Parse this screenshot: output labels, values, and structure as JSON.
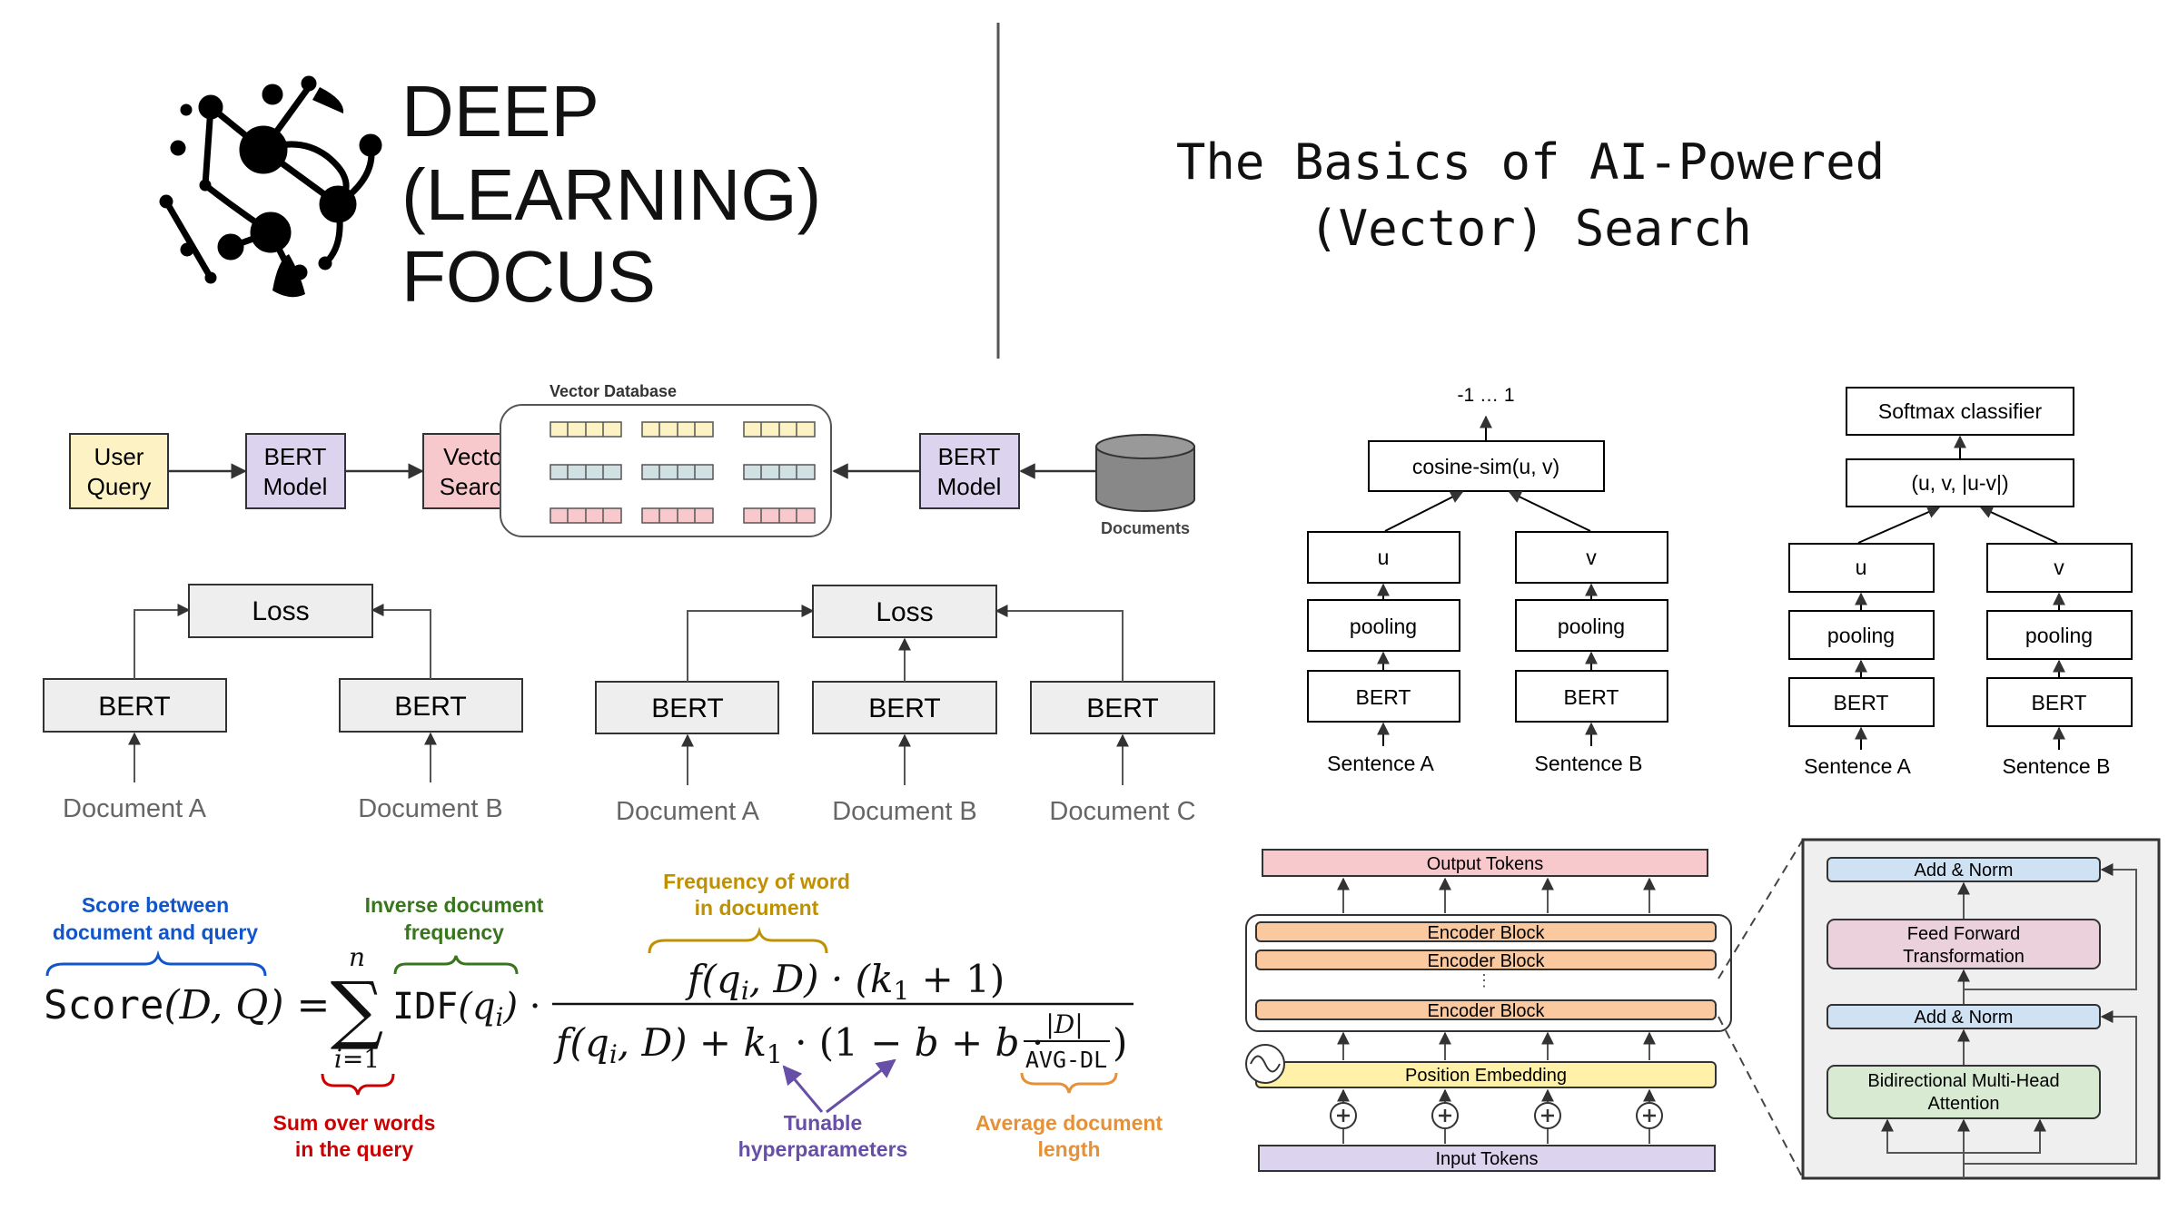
{
  "logo": {
    "line1": "DEEP",
    "line2": "(LEARNING)",
    "line3": "FOCUS"
  },
  "title": {
    "line1": "The Basics of AI-Powered",
    "line2": "(Vector) Search"
  },
  "pipeline": {
    "user_query": [
      "User",
      "Query"
    ],
    "bert_model_left": [
      "BERT",
      "Model"
    ],
    "vector_search": [
      "Vector",
      "Search"
    ],
    "vector_database": "Vector Database",
    "bert_model_right": [
      "BERT",
      "Model"
    ],
    "documents": "Documents"
  },
  "pair": {
    "loss": "Loss",
    "bert_a": "BERT",
    "bert_b": "BERT",
    "doc_a": "Document A",
    "doc_b": "Document B"
  },
  "triplet": {
    "loss": "Loss",
    "bert_a": "BERT",
    "bert_b": "BERT",
    "bert_c": "BERT",
    "doc_a": "Document A",
    "doc_b": "Document B",
    "doc_c": "Document C"
  },
  "sbert_cosine": {
    "output": "-1 … 1",
    "cosine": "cosine-sim(u, v)",
    "u": "u",
    "v": "v",
    "pooling_a": "pooling",
    "pooling_b": "pooling",
    "bert_a": "BERT",
    "bert_b": "BERT",
    "sentence_a": "Sentence A",
    "sentence_b": "Sentence B"
  },
  "sbert_softmax": {
    "softmax": "Softmax classifier",
    "concat": "(u, v, |u-v|)",
    "u": "u",
    "v": "v",
    "pooling_a": "pooling",
    "pooling_b": "pooling",
    "bert_a": "BERT",
    "bert_b": "BERT",
    "sentence_a": "Sentence A",
    "sentence_b": "Sentence B"
  },
  "bm25": {
    "score_label": [
      "Score between",
      "document and query"
    ],
    "idf_label": [
      "Inverse document",
      "frequency"
    ],
    "freq_label": [
      "Frequency of word",
      "in document"
    ],
    "sum_label": [
      "Sum over words",
      "in the query"
    ],
    "hyper_label": [
      "Tunable",
      "hyperparameters"
    ],
    "avg_label": [
      "Average document",
      "length"
    ]
  },
  "transformer": {
    "output_tokens": "Output Tokens",
    "encoder_block_1": "Encoder Block",
    "encoder_block_2": "Encoder Block",
    "encoder_block_3": "Encoder Block",
    "position_embedding": "Position Embedding",
    "input_tokens": "Input Tokens",
    "add_norm_top": "Add & Norm",
    "ffn": [
      "Feed Forward",
      "Transformation"
    ],
    "add_norm_bottom": "Add & Norm",
    "attention": [
      "Bidirectional Multi-Head",
      "Attention"
    ]
  },
  "colors": {
    "yellow": "#fdf2c4",
    "purple": "#dcd3ee",
    "pink": "#f8c9cc",
    "grey": "#eeeeee",
    "orange": "#fbc9a0",
    "blue": "#cfe2f3",
    "green": "#d9ead3",
    "label_blue": "#1155cc",
    "label_green": "#38761d",
    "label_gold": "#bf9000",
    "label_red": "#cc0000",
    "label_purple": "#674ea7",
    "label_orange": "#e69138"
  }
}
